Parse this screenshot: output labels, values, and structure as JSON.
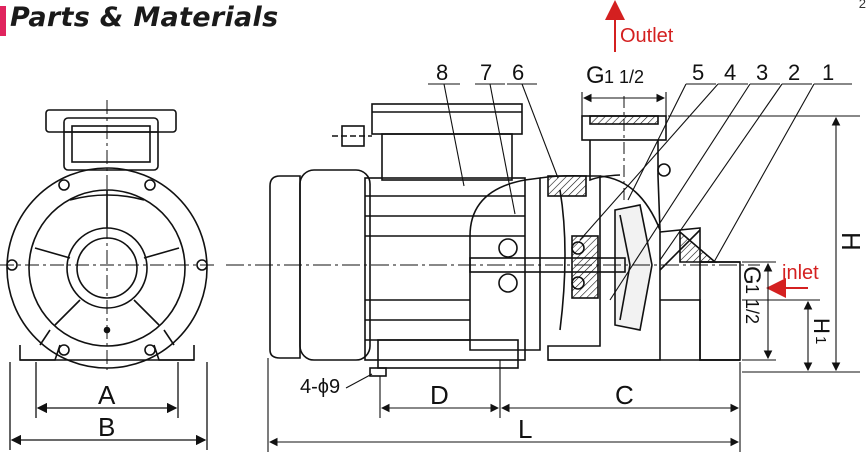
{
  "header": {
    "title": "Parts & Materials",
    "page_number": "2",
    "accent_color": "#e0245e"
  },
  "part_numbers": [
    "8",
    "7",
    "6",
    "5",
    "4",
    "3",
    "2",
    "1"
  ],
  "connections": {
    "outlet_label": "Outlet",
    "inlet_label": "inlet",
    "outlet_thread": "G",
    "outlet_thread_size": "1 1/2",
    "inlet_thread": "G",
    "inlet_thread_size": "1 1/2",
    "arrow_color": "#d42020"
  },
  "dimensions": {
    "front_width_inner": "A",
    "front_width_outer": "B",
    "mount_holes": "4-ϕ9",
    "d": "D",
    "c": "C",
    "l": "L",
    "h": "H",
    "h1": "H",
    "h1_sub": "1"
  }
}
